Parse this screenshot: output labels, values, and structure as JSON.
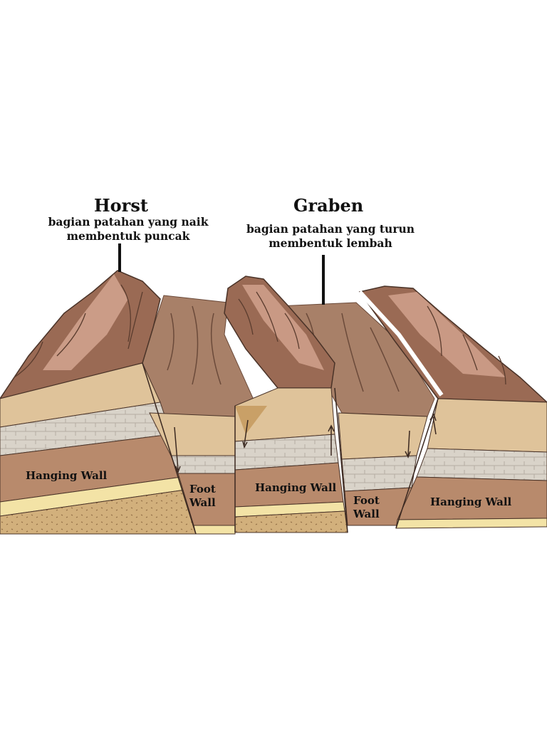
{
  "labels": {
    "horst_title": "Horst",
    "horst_desc_1": "bagian patahan yang naik",
    "horst_desc_2": "membentuk puncak",
    "graben_title": "Graben",
    "graben_desc_1": "bagian patahan yang turun",
    "graben_desc_2": "membentuk lembah",
    "hanging_wall_left": "Hanging Wall",
    "foot_wall_left_1": "Foot",
    "foot_wall_left_2": "Wall",
    "hanging_wall_center": "Hanging Wall",
    "foot_wall_right_1": "Foot",
    "foot_wall_right_2": "Wall",
    "hanging_wall_right": "Hanging Wall"
  },
  "colors": {
    "mountain_dark": "#9a6a54",
    "mountain_light": "#d4a590",
    "valley": "#a88068",
    "soil_top": "#dfc39a",
    "limestone": "#d9d3c9",
    "rock_brown": "#b88a6c",
    "sand_line": "#f3e3a6",
    "bottom_soil": "#d2b07c"
  }
}
